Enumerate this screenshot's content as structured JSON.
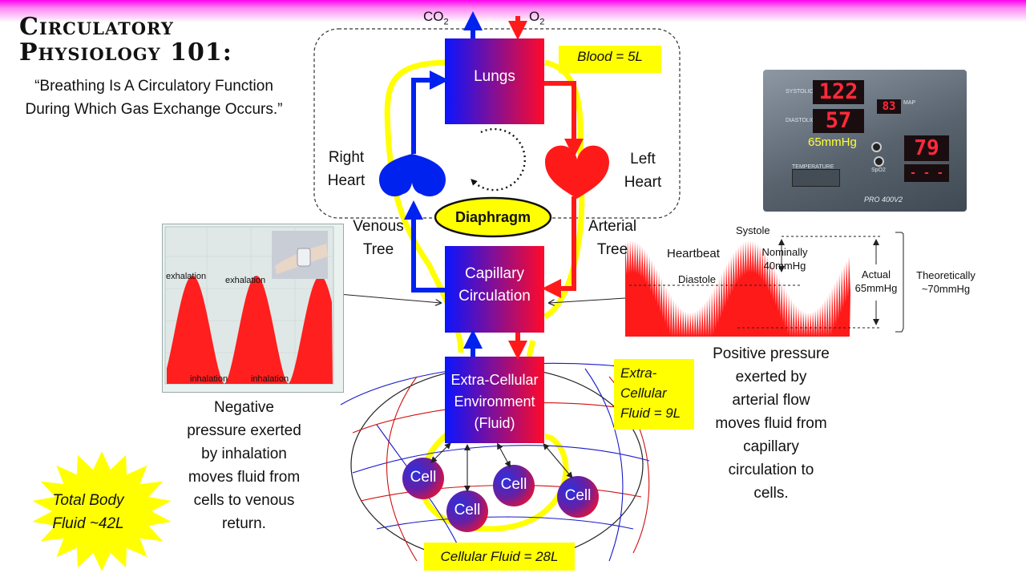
{
  "title": {
    "line1": "Circulatory",
    "line2": "Physiology 101:"
  },
  "quote": {
    "line1": "“Breathing Is A Circulatory Function",
    "line2": "During Which Gas Exchange Occurs.”"
  },
  "gases": {
    "co2": "CO",
    "co2_sub": "2",
    "o2": "O",
    "o2_sub": "2"
  },
  "blood_volume": "Blood = 5L",
  "lungs": "Lungs",
  "right_heart": {
    "line1": "Right",
    "line2": "Heart"
  },
  "left_heart": {
    "line1": "Left",
    "line2": "Heart"
  },
  "diaphragm": "Diaphragm",
  "venous_tree": {
    "line1": "Venous",
    "line2": "Tree"
  },
  "arterial_tree": {
    "line1": "Arterial",
    "line2": "Tree"
  },
  "capillary": {
    "line1": "Capillary",
    "line2": "Circulation"
  },
  "extracellular": {
    "line1": "Extra-Cellular",
    "line2": "Environment",
    "line3": "(Fluid)"
  },
  "extracellular_fluid": {
    "line1": "Extra-",
    "line2": "Cellular",
    "line3": "Fluid = 9L"
  },
  "cellular_fluid": "Cellular Fluid = 28L",
  "total_body_fluid": {
    "line1": "Total Body",
    "line2": "Fluid ~42L"
  },
  "cell_label": "Cell",
  "negative_pressure": {
    "line1": "Negative",
    "line2": "pressure exerted",
    "line3": "by inhalation",
    "line4": "moves fluid from",
    "line5": "cells to venous",
    "line6": "return."
  },
  "positive_pressure": {
    "line1": "Positive pressure",
    "line2": "exerted by",
    "line3": "arterial flow",
    "line4": "moves fluid from",
    "line5": "capillary",
    "line6": "circulation to",
    "line7": "cells."
  },
  "breathing_chart": {
    "exhalation1": "exhalation",
    "exhalation2": "exhalation",
    "inhalation1": "inhalation",
    "inhalation2": "inhalation"
  },
  "pressure_chart": {
    "systole": "Systole",
    "heartbeat": "Heartbeat",
    "diastole": "Diastole",
    "nominal_line1": "Nominally",
    "nominal_line2": "40mmHg",
    "actual_line1": "Actual",
    "actual_line2": "65mmHg",
    "theoretical_line1": "Theoretically",
    "theoretical_line2": "~70mmHg"
  },
  "monitor": {
    "systolic": "122",
    "diastolic": "57",
    "map": "83",
    "pulse": "79",
    "spo2": "- - -",
    "pulse_pressure": "65mmHg",
    "model": "PRO 400V2",
    "label_systolic": "SYSTOLIC",
    "label_diastolic": "DIASTOLIC",
    "label_map": "MAP",
    "label_temperature": "TEMPERATURE",
    "label_spo2": "SpO2"
  },
  "colors": {
    "arterial": "#ff1a1a",
    "venous": "#0022ee",
    "fluid": "#ffff00"
  }
}
